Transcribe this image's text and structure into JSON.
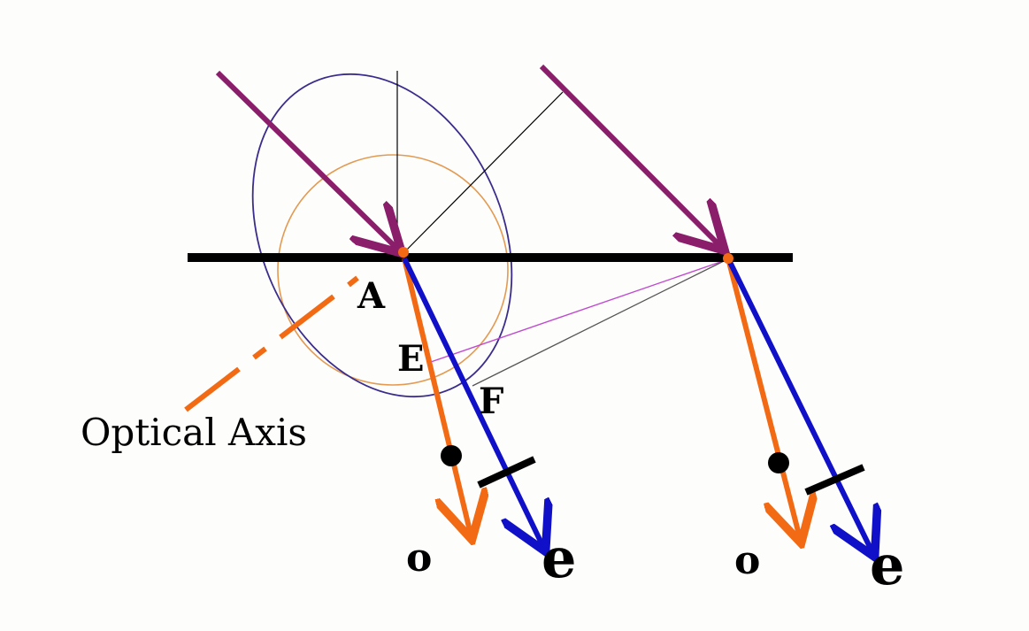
{
  "labels": {
    "point_a": "A",
    "point_e": "E",
    "point_f": "F",
    "optical_axis": "Optical Axis",
    "ordinary_left": "o",
    "extraordinary_left": "e",
    "ordinary_right": "o",
    "extraordinary_right": "e"
  },
  "colors": {
    "incident_ray": "#8b1e6b",
    "ordinary_ray": "#f26a13",
    "extraordinary_ray": "#1010c8",
    "interface": "#000000",
    "ellipse_wavefront": "#3a2c8c",
    "circle_wavefront": "#e39a52",
    "tangent_e": "#c04ad0",
    "tangent_f": "#555555",
    "optical_axis": "#f26a13"
  }
}
